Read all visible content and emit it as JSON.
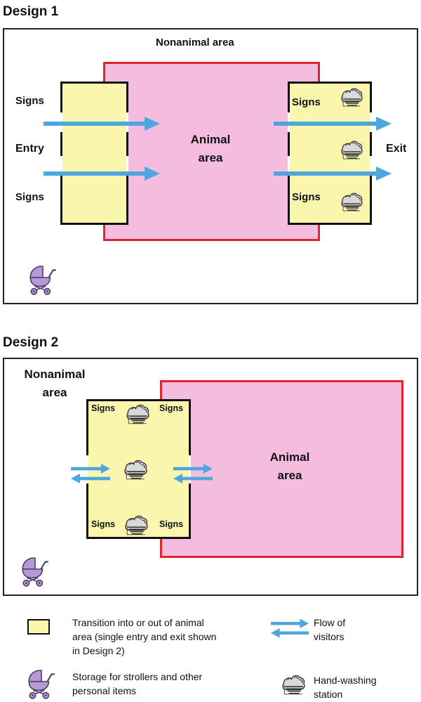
{
  "design1": {
    "title": "Design 1",
    "nonanimal_label": "Nonanimal area",
    "animal_label_line1": "Animal",
    "animal_label_line2": "area",
    "signs": "Signs",
    "entry": "Entry",
    "exit": "Exit"
  },
  "design2": {
    "title": "Design 2",
    "nonanimal_line1": "Nonanimal",
    "nonanimal_line2": "area",
    "animal_label_line1": "Animal",
    "animal_label_line2": "area",
    "signs": "Signs"
  },
  "legend": {
    "transition_line1": "Transition into or out of animal",
    "transition_line2": "area (single entry and exit shown",
    "transition_line3": "in  Design 2)",
    "flow_line1": "Flow of",
    "flow_line2": "visitors",
    "storage_line1": "Storage for strollers and other",
    "storage_line2": "personal items",
    "handwash_line1": "Hand-washing",
    "handwash_line2": "station"
  },
  "colors": {
    "animal_fill": "#f4bde0",
    "animal_border": "#e0242c",
    "transition_fill": "#fbf6ad",
    "arrow": "#4fa6dc",
    "stroller": "#b59ad6"
  },
  "icons": [
    "hand-washing-icon",
    "stroller-icon",
    "flow-arrow-icon"
  ]
}
